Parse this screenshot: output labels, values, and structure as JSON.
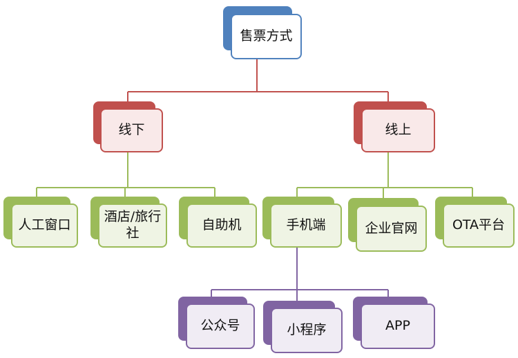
{
  "nodes": {
    "root": "售票方式",
    "offline": "线下",
    "online": "线上",
    "manual_window": "人工窗口",
    "hotel_agency": "酒店/旅行社",
    "self_service": "自助机",
    "mobile": "手机端",
    "enterprise_site": "企业官网",
    "ota": "OTA平台",
    "public_account": "公众号",
    "mini_program": "小程序",
    "app": "APP"
  },
  "colors": {
    "root": "#4f81bd",
    "level1": "#c0504d",
    "level2": "#9bbb59",
    "level3": "#8064a2"
  }
}
